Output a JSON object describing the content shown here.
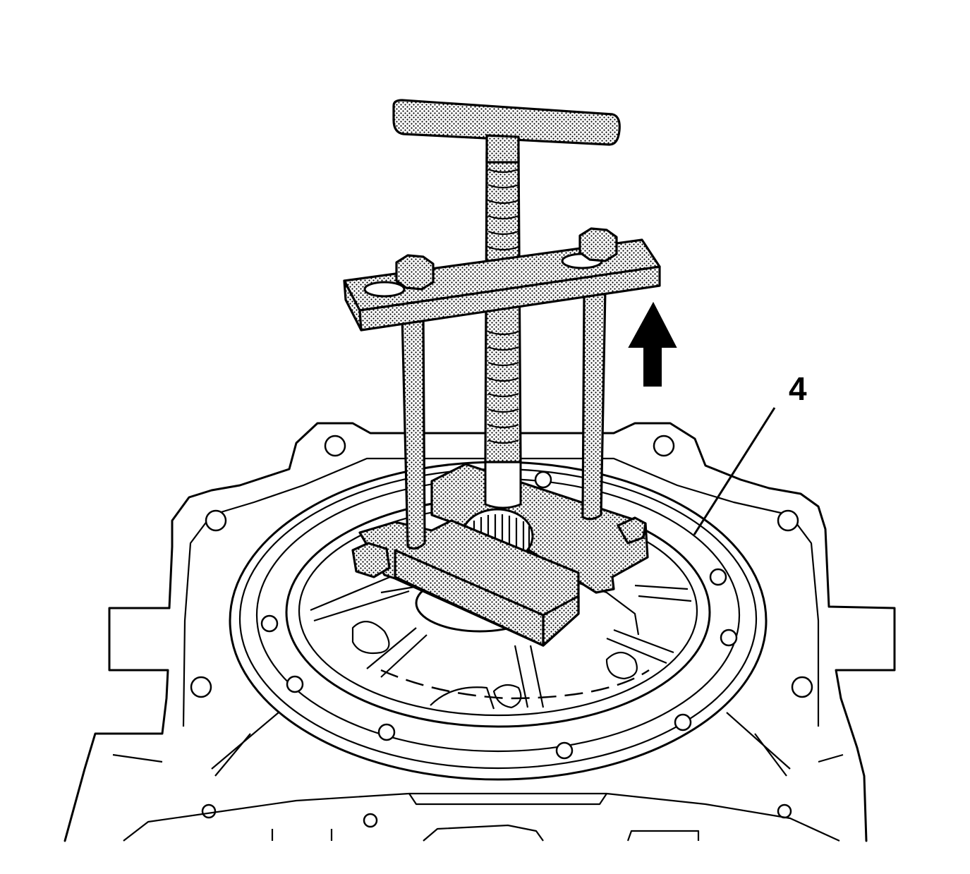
{
  "figure": {
    "callouts": [
      {
        "label": "4",
        "target": "oil-pump-assembly"
      }
    ],
    "arrow": {
      "direction": "up"
    },
    "colors": {
      "line": "#000000",
      "background": "#ffffff",
      "tool_fill": "#c8c8c8"
    }
  }
}
